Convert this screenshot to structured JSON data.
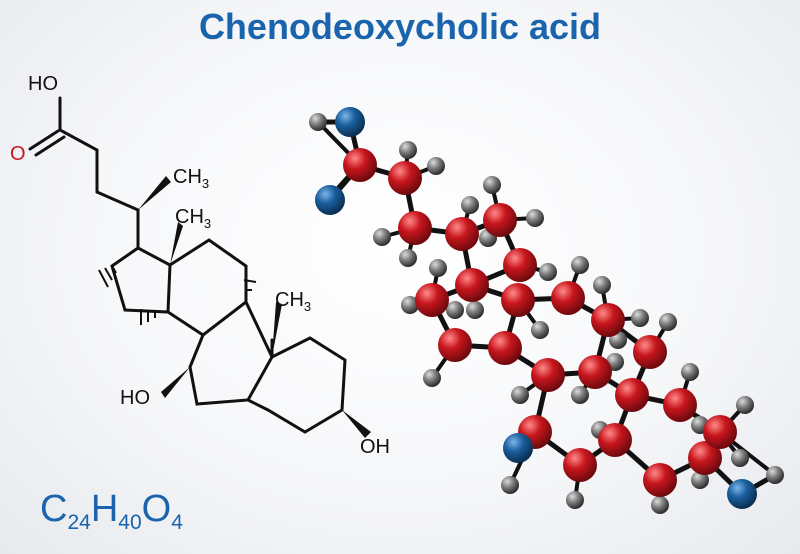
{
  "title": "Chenodeoxycholic acid",
  "formula": {
    "C": "C",
    "c_count": "24",
    "H": "H",
    "h_count": "40",
    "O": "O",
    "o_count": "4"
  },
  "structure_labels": {
    "acid_oh": "HO",
    "acid_o": "O",
    "ch3": "CH",
    "ch3_sub": "3",
    "oh": "OH",
    "ho": "HO"
  },
  "colors": {
    "title": "#1a63ad",
    "carbon": "#c8161d",
    "oxygen": "#1a5f9e",
    "hydrogen": "#6a6a6a"
  }
}
